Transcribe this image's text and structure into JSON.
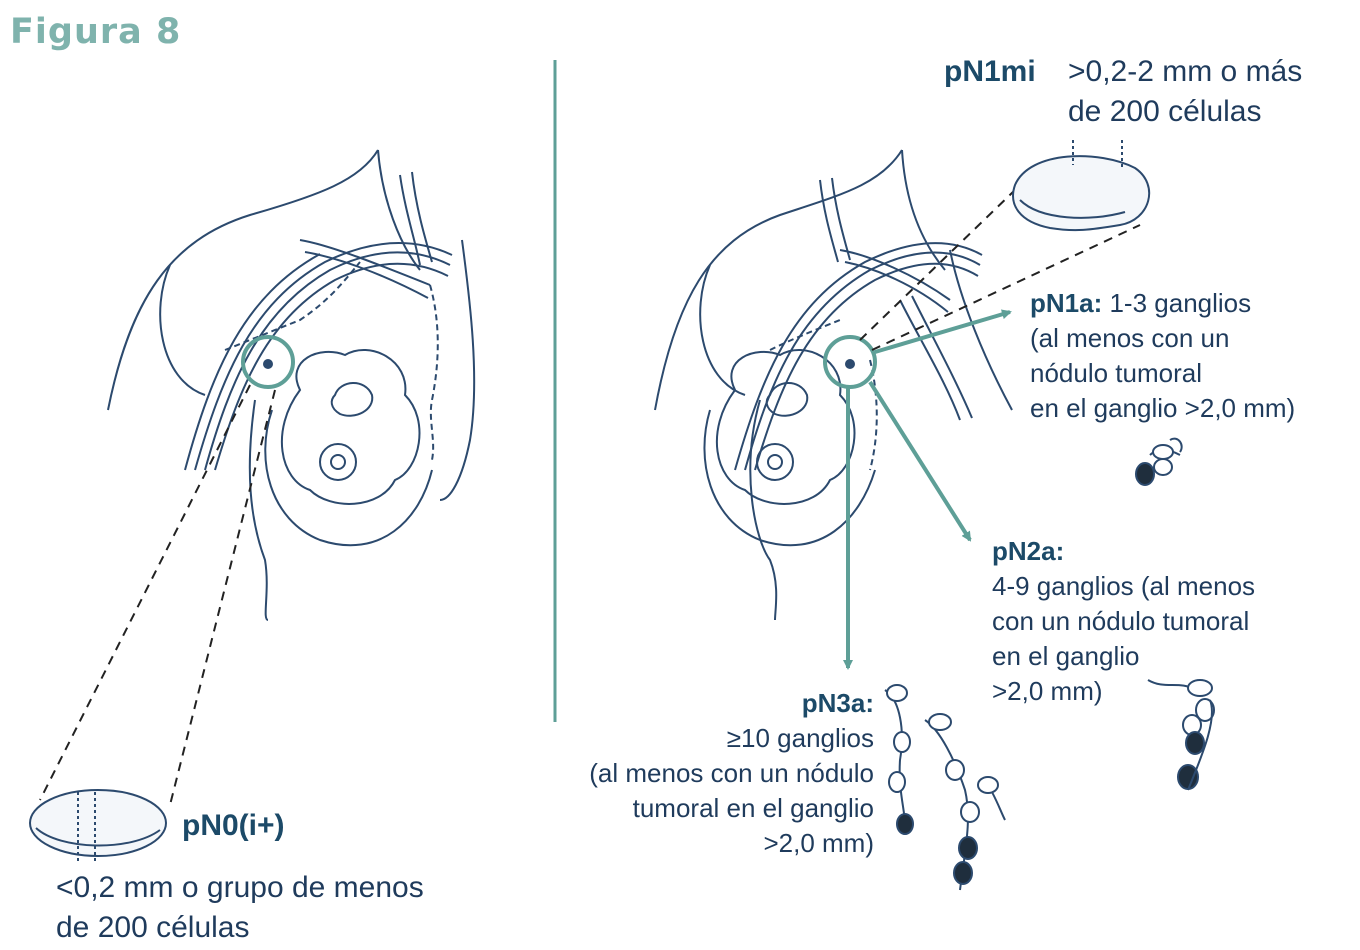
{
  "figure_title": "Figura 8",
  "labels": {
    "pN0": {
      "code": "pN0(i+)",
      "lines": [
        "<0,2 mm o grupo de menos",
        "de 200 células"
      ]
    },
    "pN1mi": {
      "code": "pN1mi",
      "lines": [
        ">0,2-2 mm o más",
        "de 200 células"
      ]
    },
    "pN1a": {
      "code": "pN1a:",
      "first": " 1-3 ganglios",
      "lines": [
        "(al menos con un",
        "nódulo tumoral",
        "en el ganglio >2,0 mm)"
      ]
    },
    "pN2a": {
      "code": "pN2a:",
      "lines": [
        "4-9 ganglios (al menos",
        "con un nódulo tumoral",
        "en el ganglio",
        ">2,0 mm)"
      ]
    },
    "pN3a": {
      "code": "pN3a:",
      "lines": [
        "≥10 ganglios",
        "(al menos con un nódulo",
        "tumoral en el ganglio",
        ">2,0 mm)"
      ]
    }
  },
  "colors": {
    "accent": "#5e9f97",
    "title": "#7fb3ad",
    "text": "#1f3b5c",
    "ink": "#2c4a6e"
  }
}
